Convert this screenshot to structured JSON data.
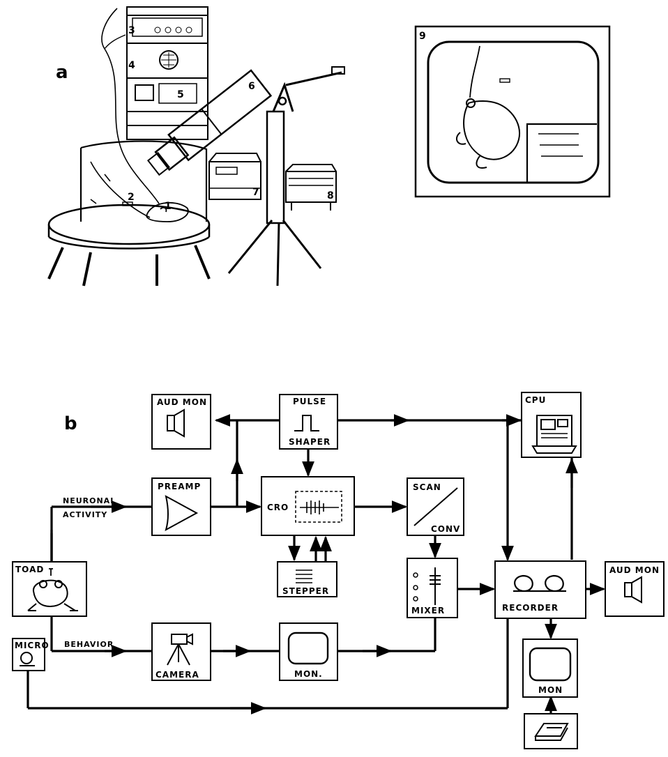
{
  "panel_a": {
    "label": "a",
    "callouts": [
      "1",
      "2",
      "3",
      "4",
      "5",
      "6",
      "7",
      "8",
      "9"
    ]
  },
  "panel_b": {
    "label": "b",
    "blocks": {
      "aud_mon_left": "AUD MON",
      "pulse_shaper_top": "PULSE",
      "pulse_shaper_bottom": "SHAPER",
      "cpu": "CPU",
      "preamp": "PREAMP",
      "cro": "CRO",
      "scan_conv_top": "SCAN",
      "scan_conv_bottom": "CONV",
      "toad": "TOAD",
      "stepper": "STEPPER",
      "mixer": "MIXER",
      "recorder": "RECORDER",
      "aud_mon_right": "AUD MON",
      "micro": "MICRO",
      "camera": "CAMERA",
      "mon_left": "MON.",
      "mon_right": "MON"
    },
    "edges": {
      "neuronal_1": "NEURONAL",
      "neuronal_2": "ACTIVITY",
      "behavior": "BEHAVIOR"
    }
  }
}
